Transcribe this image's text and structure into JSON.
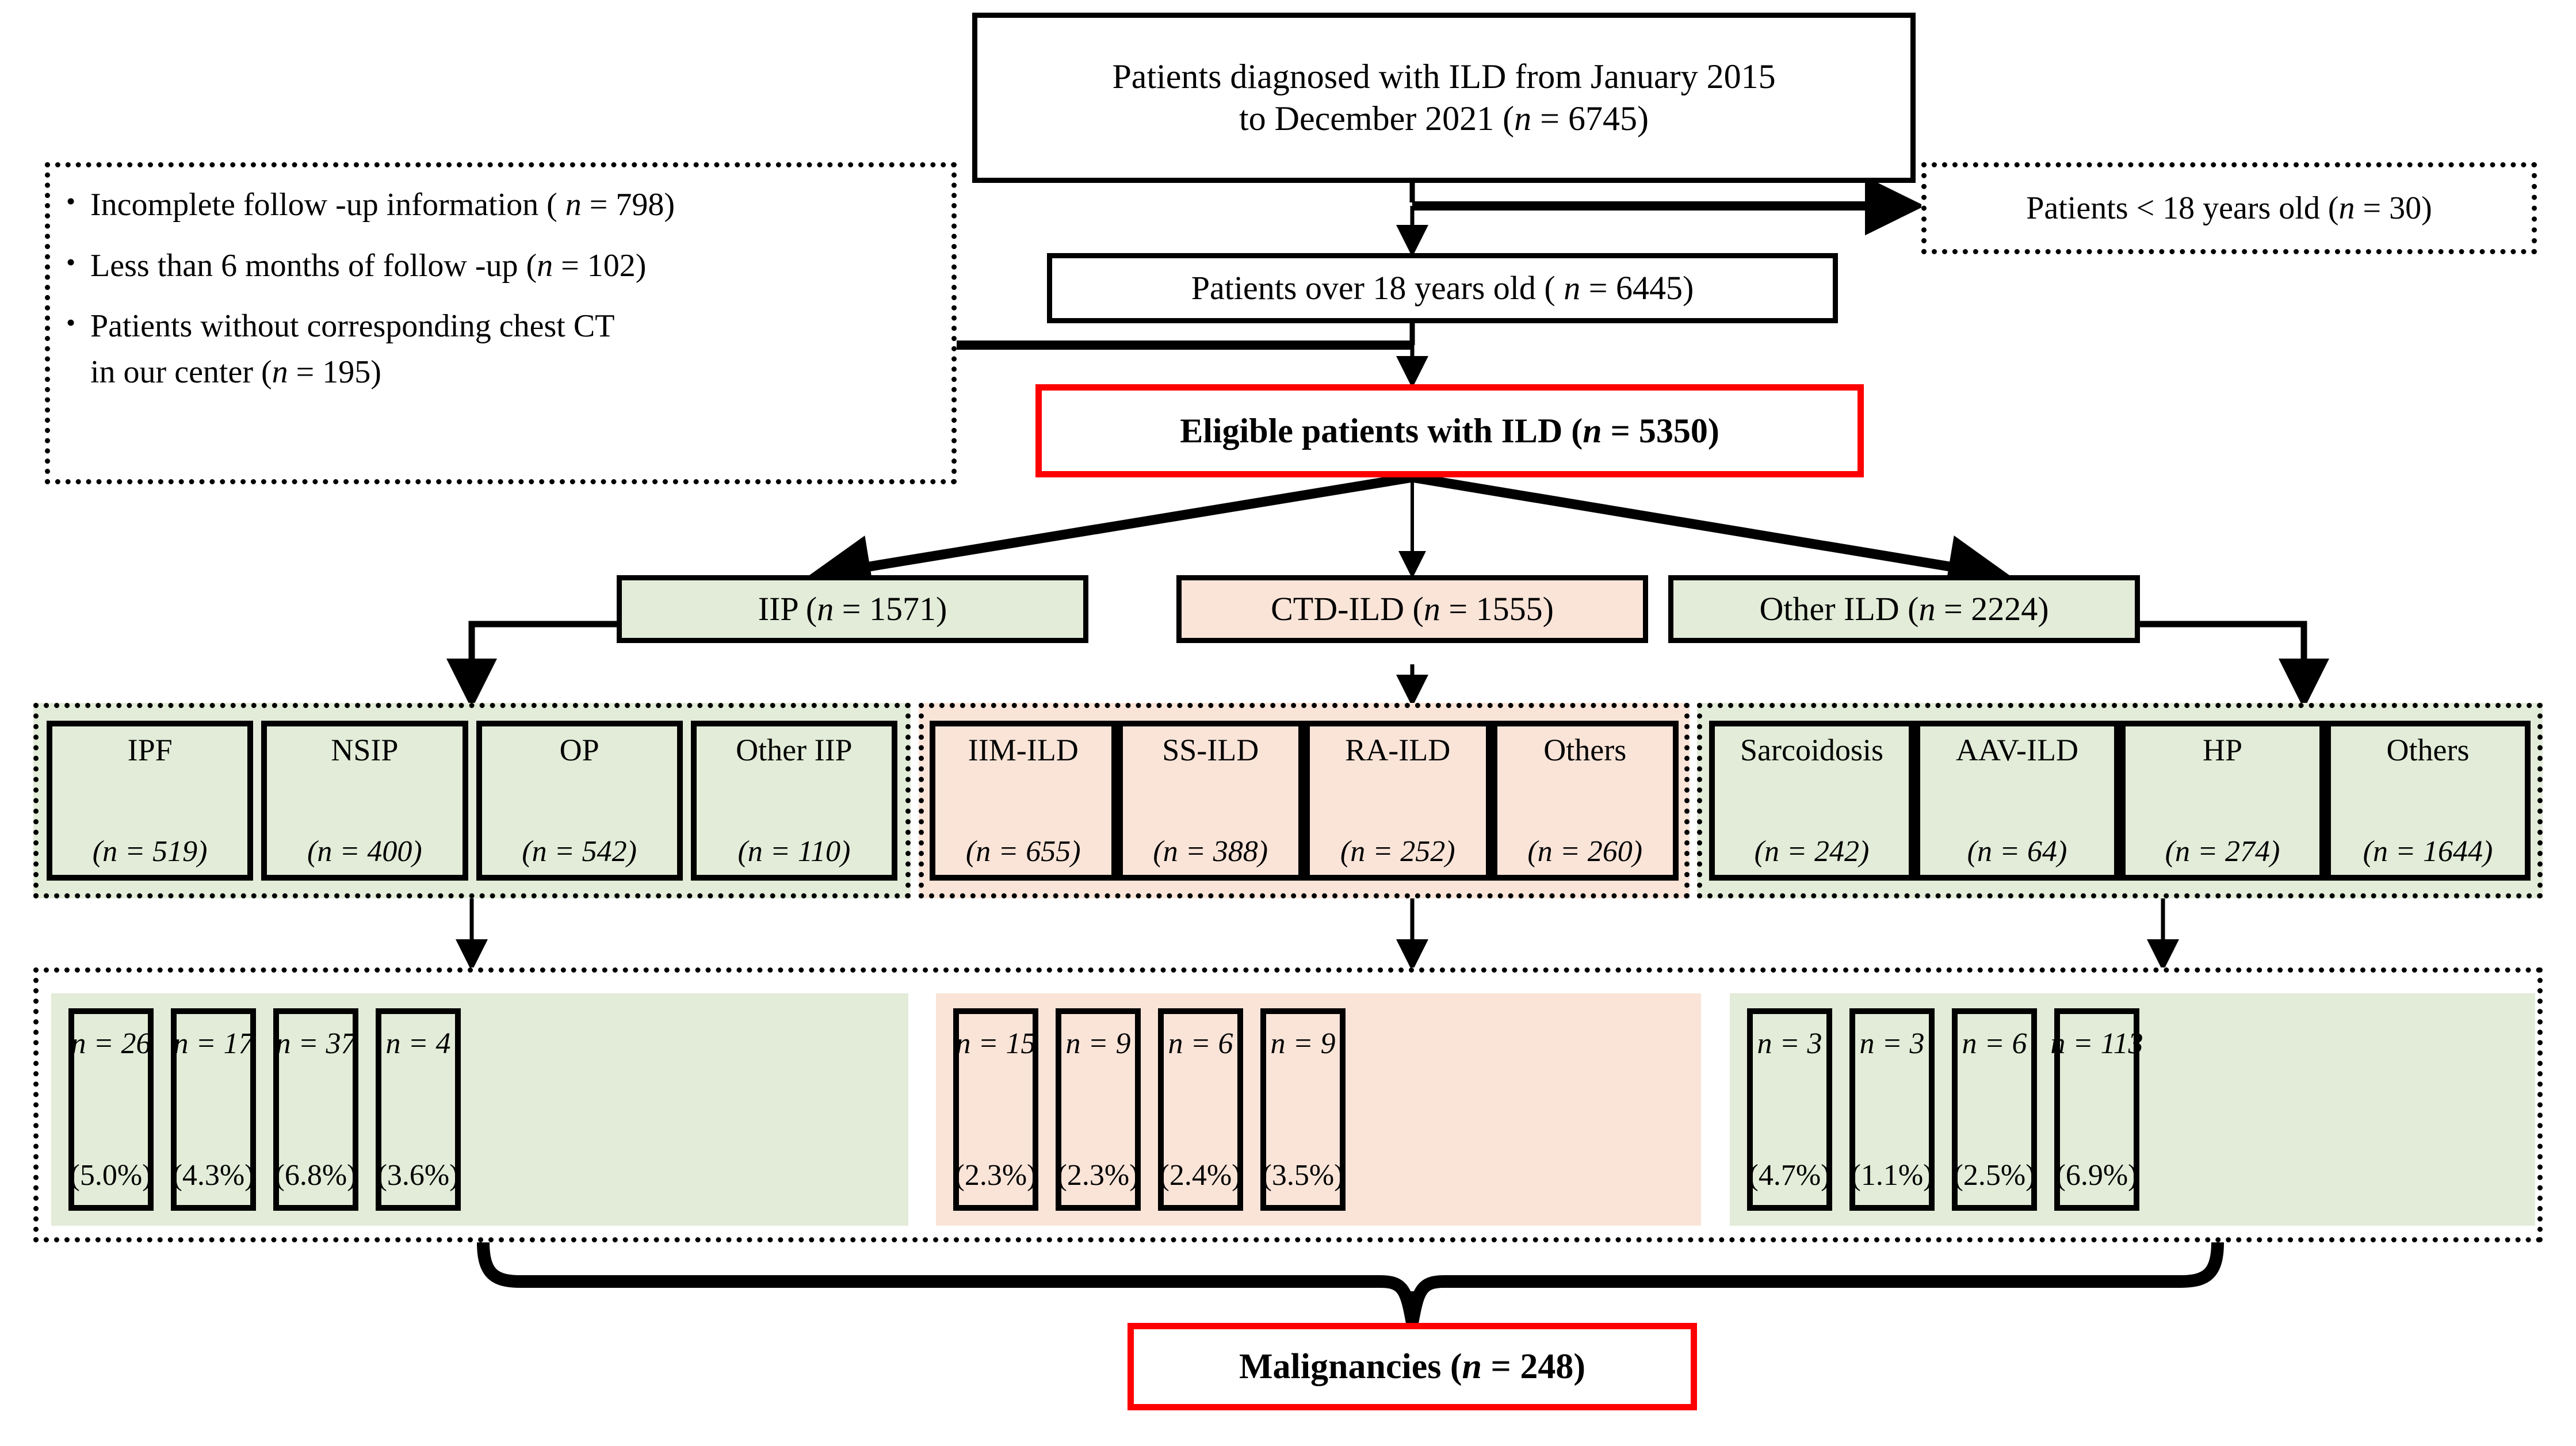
{
  "flow": {
    "top_box": "Patients diagnosed with  ILD from January 2015 to December 2021 (n = 6745)",
    "top_line1": "Patients diagnosed with  ILD from January 2015",
    "top_line2": "to December 2021 (n = 6745)",
    "age_box": "Patients over 18 years old ( n = 6445)",
    "eligible_box": "Eligible patients with ILD (n = 5350)",
    "final_box": "Malignancies (n = 248)"
  },
  "exclusions_left": {
    "items": [
      "Incomplete follow -up information ( n = 798)",
      "Less than 6 months of follow -up (n = 102)",
      "Patients without corresponding chest CT in our center (n = 195)"
    ],
    "item3_line1": "Patients without corresponding chest CT",
    "item3_line2": "in our center (n = 195)",
    "bullet_glyph": "•"
  },
  "exclusions_right": {
    "text": "Patients < 18 years old (n = 30)"
  },
  "categories": [
    {
      "label": "IIP (n = 1571)",
      "color": "green"
    },
    {
      "label": "CTD-ILD (n = 1555)",
      "color": "pink"
    },
    {
      "label": "Other ILD (n = 2224)",
      "color": "green"
    }
  ],
  "subtypes": {
    "iip": [
      {
        "label": "IPF",
        "n": "(n = 519)"
      },
      {
        "label": "NSIP",
        "n": "(n = 400)"
      },
      {
        "label": "OP",
        "n": "(n = 542)"
      },
      {
        "label": "Other IIP",
        "n": "(n = 110)"
      }
    ],
    "ctd": [
      {
        "label": "IIM-ILD",
        "n": "(n = 655)"
      },
      {
        "label": "SS-ILD",
        "n": "(n = 388)"
      },
      {
        "label": "RA-ILD",
        "n": "(n = 252)"
      },
      {
        "label": "Others",
        "n": "(n = 260)"
      }
    ],
    "other": [
      {
        "label": "Sarcoidosis",
        "n": "(n = 242)"
      },
      {
        "label": "AAV-ILD",
        "n": "(n = 64)"
      },
      {
        "label": "HP",
        "n": "(n = 274)"
      },
      {
        "label": "Others",
        "n": "(n = 1644)"
      }
    ]
  },
  "outcomes": {
    "iip": [
      {
        "n": "n = 26",
        "pct": "(5.0%)"
      },
      {
        "n": "n = 17",
        "pct": "(4.3%)"
      },
      {
        "n": "n = 37",
        "pct": "(6.8%)"
      },
      {
        "n": "n = 4",
        "pct": "(3.6%)"
      }
    ],
    "ctd": [
      {
        "n": "n = 15",
        "pct": "(2.3%)"
      },
      {
        "n": "n = 9",
        "pct": "(2.3%)"
      },
      {
        "n": "n = 6",
        "pct": "(2.4%)"
      },
      {
        "n": "n = 9",
        "pct": "(3.5%)"
      }
    ],
    "other": [
      {
        "n": "n = 3",
        "pct": "(4.7%)"
      },
      {
        "n": "n = 3",
        "pct": "(1.1%)"
      },
      {
        "n": "n = 6",
        "pct": "(2.5%)"
      },
      {
        "n": "n = 113",
        "pct": "(6.9%)"
      }
    ]
  },
  "colors": {
    "green_fill": "#e2ecd8",
    "pink_fill": "#fae4d8",
    "highlight": "#ff0000",
    "line": "#000000"
  }
}
